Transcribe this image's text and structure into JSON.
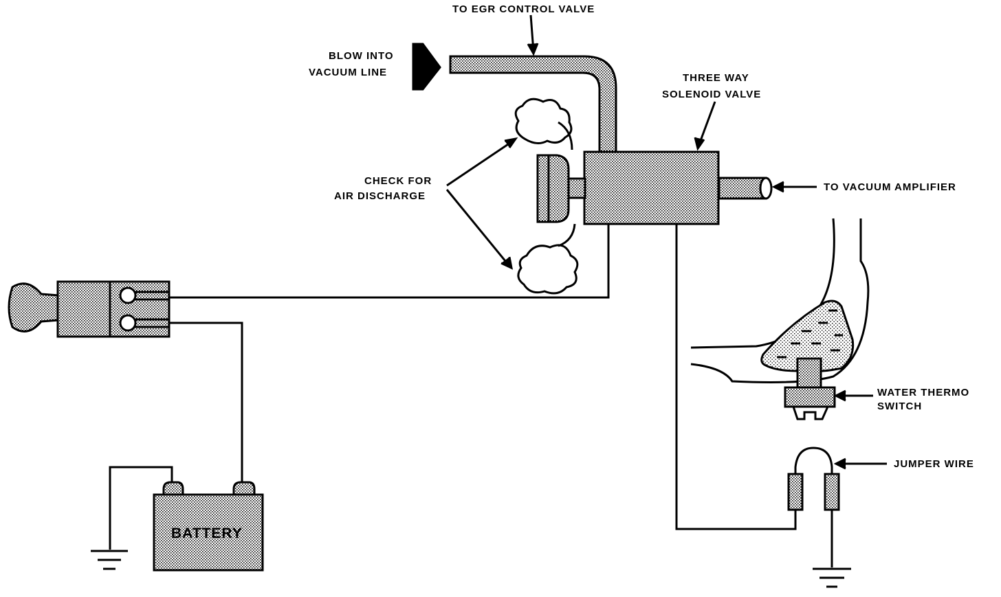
{
  "labels": {
    "egr": "TO EGR CONTROL VALVE",
    "blow_line1": "BLOW INTO",
    "blow_line2": "VACUUM LINE",
    "solenoid_line1": "THREE WAY",
    "solenoid_line2": "SOLENOID VALVE",
    "check_line1": "CHECK FOR",
    "check_line2": "AIR DISCHARGE",
    "amplifier": "TO VACUUM AMPLIFIER",
    "thermo_line1": "WATER THERMO",
    "thermo_line2": "SWITCH",
    "jumper": "JUMPER WIRE",
    "battery": "BATTERY"
  },
  "colors": {
    "ink": "#000000",
    "paper": "#ffffff",
    "stipple": "#c8c8c8"
  }
}
